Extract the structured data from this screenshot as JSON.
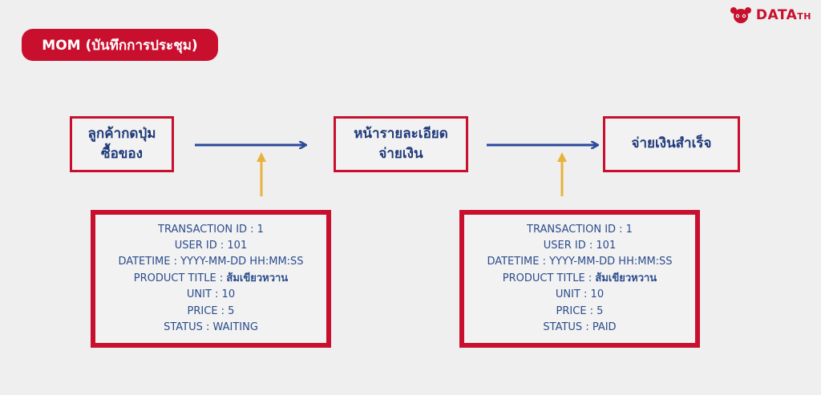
{
  "header": {
    "badge": "MOM (บันทึกการประชุม)",
    "logo_main": "DATA",
    "logo_sub": "TH"
  },
  "colors": {
    "accent_red": "#c8102e",
    "navy": "#1f3a7a",
    "arrow_blue": "#2b4a9c",
    "arrow_gold": "#e8b23c"
  },
  "steps": [
    {
      "label": "ลูกค้ากดปุ่ม\nซื้อของ"
    },
    {
      "label": "หน้ารายละเอียด\nจ่ายเงิน"
    },
    {
      "label": "จ่ายเงินสำเร็จ"
    }
  ],
  "records": [
    {
      "transaction_id": "TRANSACTION ID : 1",
      "user_id": "USER ID : 101",
      "datetime": "DATETIME : YYYY-MM-DD HH:MM:SS",
      "product_title_label": "PRODUCT TITLE : ",
      "product_title_value": "ส้มเขียวหวาน",
      "unit": "UNIT : 10",
      "price": "PRICE : 5",
      "status": "STATUS : WAITING"
    },
    {
      "transaction_id": "TRANSACTION ID : 1",
      "user_id": "USER ID : 101",
      "datetime": "DATETIME : YYYY-MM-DD HH:MM:SS",
      "product_title_label": "PRODUCT TITLE : ",
      "product_title_value": "ส้มเขียวหวาน",
      "unit": "UNIT : 10",
      "price": "PRICE : 5",
      "status": "STATUS : PAID"
    }
  ]
}
